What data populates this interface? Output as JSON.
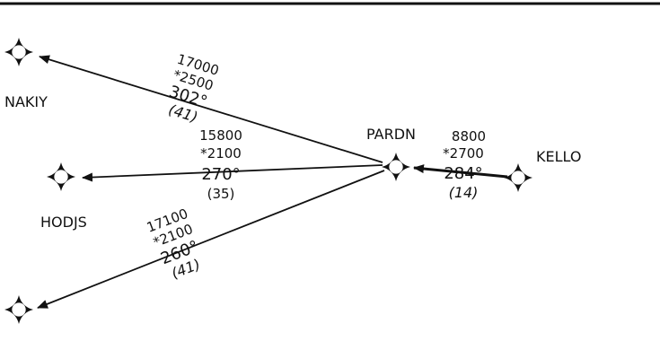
{
  "fixes": [
    {
      "id": "nakiy_fix",
      "label": "NAKIY"
    },
    {
      "id": "hodjs_fix",
      "label": "HODJS"
    },
    {
      "id": "unnamed_fix",
      "label": ""
    },
    {
      "id": "pardn_fix",
      "label": "PARDN"
    },
    {
      "id": "kello_fix",
      "label": "KELLO"
    }
  ],
  "segments": [
    {
      "from": "PARDN",
      "to": "NAKIY",
      "mea": "17000",
      "moca": "*2500",
      "course": "302°",
      "distance": "(41)"
    },
    {
      "from": "PARDN",
      "to": "HODJS",
      "mea": "15800",
      "moca": "*2100",
      "course": "270°",
      "distance": "(35)"
    },
    {
      "from": "PARDN",
      "to": "",
      "mea": "17100",
      "moca": "*2100",
      "course": "260°",
      "distance": "(41)"
    },
    {
      "from": "KELLO",
      "to": "PARDN",
      "mea": "8800",
      "moca": "*2700",
      "course": "284°",
      "distance": "(14)"
    }
  ],
  "colors": {
    "ink": "#111111",
    "background": "#ffffff"
  }
}
